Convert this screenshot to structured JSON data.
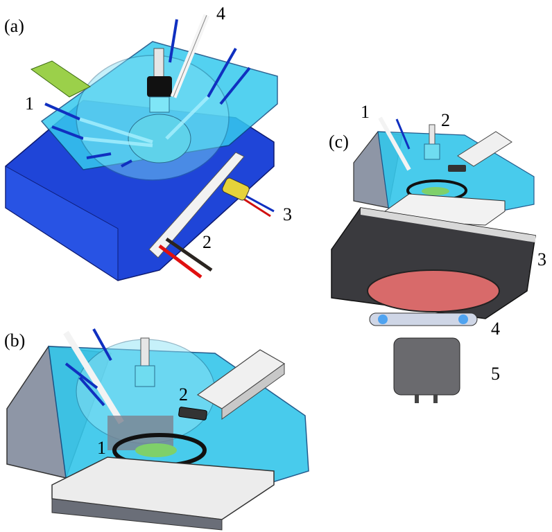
{
  "panels": {
    "a": {
      "tag": "(a)",
      "callouts": [
        "1",
        "4",
        "3",
        "2"
      ]
    },
    "b": {
      "tag": "(b)",
      "callouts": [
        "2",
        "1"
      ]
    },
    "c": {
      "tag": "(c)",
      "callouts": [
        "1",
        "2",
        "3",
        "4",
        "5"
      ]
    }
  },
  "colors": {
    "block_light": "#2fc4e8",
    "block_dark": "#1a3fd6",
    "housing_grey": "#8e96a6",
    "plate_white": "#f2f2f2",
    "fiber_blue": "#1030c0",
    "fan_dark": "#2f2f33",
    "fan_blade": "#d86a6a",
    "motor_grey": "#6a6a6e",
    "ring_black": "#111111"
  }
}
